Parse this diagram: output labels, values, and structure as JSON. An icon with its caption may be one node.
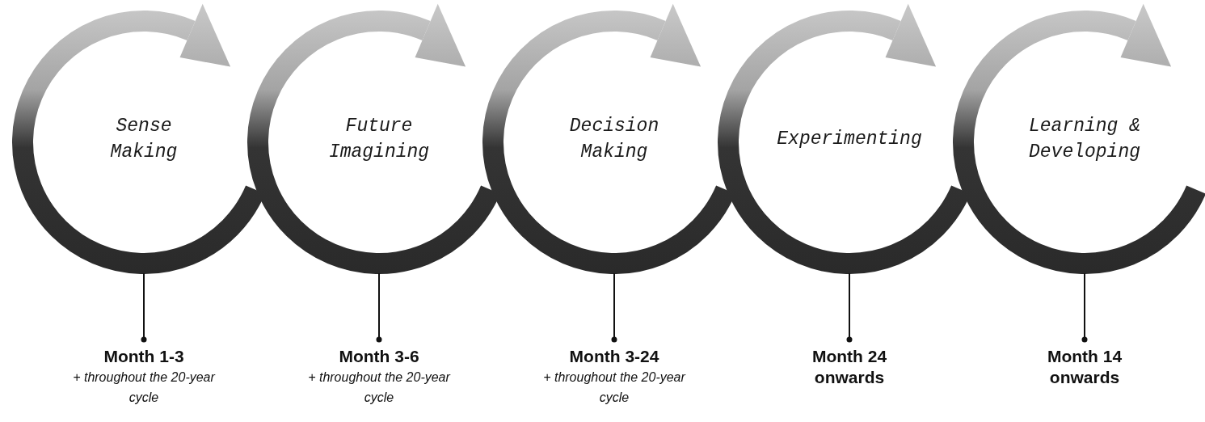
{
  "diagram": {
    "nodes": [
      {
        "text": [
          "Sense Making"
        ]
      },
      {
        "text": [
          "Future Imagining"
        ]
      },
      {
        "text": [
          "Decision Making"
        ]
      },
      {
        "text": [
          "Experimenting"
        ]
      },
      {
        "text": [
          "Learning & Developing"
        ]
      },
      {
        "text": [
          "Month 1-3",
          "+ throughout the 20-year cycle"
        ]
      },
      {
        "text": [
          "Month 3-6",
          "+ throughout the 20-year cycle"
        ]
      },
      {
        "text": [
          "Month 3-24",
          "+ throughout the 20-year cycle"
        ]
      },
      {
        "text": [
          "Month 24 onwards"
        ]
      },
      {
        "text": [
          "Month 14 onwards"
        ]
      }
    ],
    "edges": [
      {
        "from": 0,
        "to": 5,
        "arrow": "other"
      },
      {
        "from": 1,
        "to": 6,
        "arrow": "other"
      },
      {
        "from": 2,
        "to": 7,
        "arrow": "other"
      },
      {
        "from": 3,
        "to": 8,
        "arrow": "other"
      },
      {
        "from": 4,
        "to": 9,
        "arrow": "other"
      }
    ]
  }
}
